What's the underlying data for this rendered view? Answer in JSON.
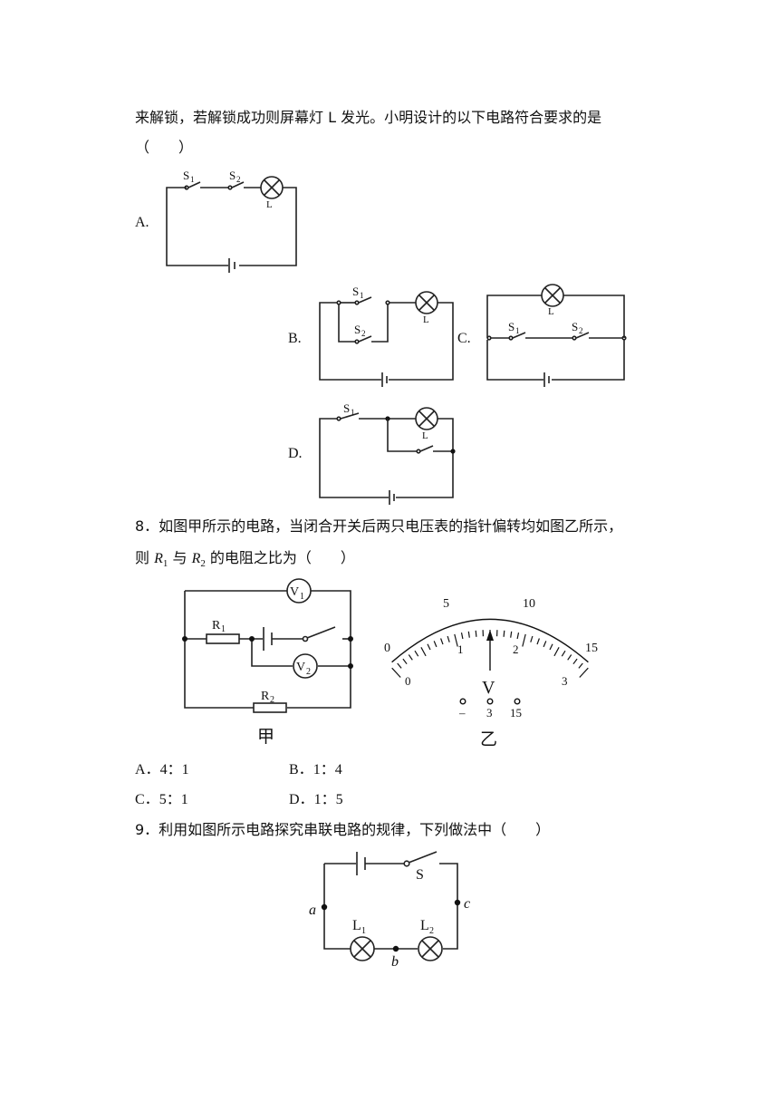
{
  "q7": {
    "line1": "来解锁，若解锁成功则屏幕灯 L 发光。小明设计的以下电路符合要求的是",
    "blank": "（　　）",
    "options": {
      "a": "A.",
      "b": "B.",
      "c": "C.",
      "d": "D."
    },
    "labels": {
      "s1": "S",
      "s1_sub": "1",
      "s2": "S",
      "s2_sub": "2",
      "lamp": "L"
    }
  },
  "q8": {
    "line1": "8．如图甲所示的电路，当闭合开关后两只电压表的指针偏转均如图乙所示，",
    "line2_pre": "则 ",
    "r1": "R",
    "r1_sub": "1",
    "mid": " 与 ",
    "r2": "R",
    "r2_sub": "2",
    "line2_post": " 的电阻之比为（　　）",
    "fig_jia": {
      "caption": "甲",
      "v1": "V",
      "v1_sub": "1",
      "v2": "V",
      "v2_sub": "2",
      "r1": "R",
      "r1_sub": "1",
      "r2": "R",
      "r2_sub": "2"
    },
    "fig_yi": {
      "caption": "乙",
      "unit": "V",
      "outer_labels": [
        "0",
        "5",
        "10",
        "15"
      ],
      "inner_labels": [
        "0",
        "1",
        "2",
        "3"
      ],
      "terminals": [
        "–",
        "3",
        "15"
      ],
      "needle_value": 7.5
    },
    "choices": [
      {
        "key": "A．",
        "text": "4：1"
      },
      {
        "key": "B．",
        "text": "1：4"
      },
      {
        "key": "C．",
        "text": "5：1"
      },
      {
        "key": "D．",
        "text": "1：5"
      }
    ]
  },
  "q9": {
    "line1": "9．利用如图所示电路探究串联电路的规律，下列做法中（　　）",
    "fig": {
      "s": "S",
      "a": "a",
      "b": "b",
      "c": "c",
      "l1": "L",
      "l1_sub": "1",
      "l2": "L",
      "l2_sub": "2"
    }
  }
}
